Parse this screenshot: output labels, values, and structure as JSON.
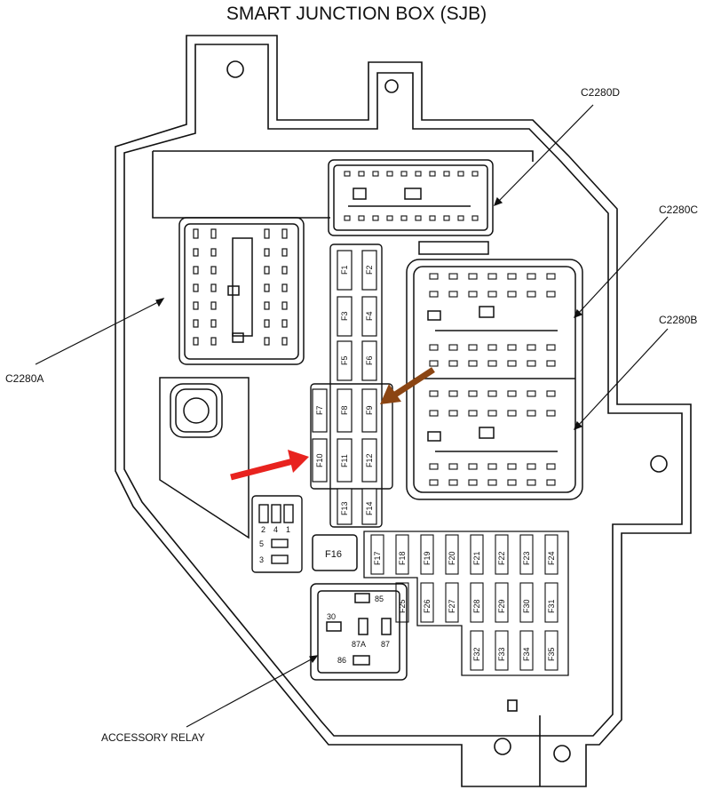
{
  "title": "SMART JUNCTION BOX (SJB)",
  "callouts": {
    "c2280a": "C2280A",
    "c2280b": "C2280B",
    "c2280c": "C2280C",
    "c2280d": "C2280D",
    "relay": "ACCESSORY RELAY"
  },
  "fuses": {
    "f1": "F1",
    "f2": "F2",
    "f3": "F3",
    "f4": "F4",
    "f5": "F5",
    "f6": "F6",
    "f7": "F7",
    "f8": "F8",
    "f9": "F9",
    "f10": "F10",
    "f11": "F11",
    "f12": "F12",
    "f13": "F13",
    "f14": "F14",
    "f16": "F16",
    "f17": "F17",
    "f18": "F18",
    "f19": "F19",
    "f20": "F20",
    "f21": "F21",
    "f22": "F22",
    "f23": "F23",
    "f24": "F24",
    "f25": "F25",
    "f26": "F26",
    "f27": "F27",
    "f28": "F28",
    "f29": "F29",
    "f30": "F30",
    "f31": "F31",
    "f32": "F32",
    "f33": "F33",
    "f34": "F34",
    "f35": "F35"
  },
  "small_relay_pins": {
    "p2": "2",
    "p4": "4",
    "p1": "1",
    "p5": "5",
    "p3": "3"
  },
  "accessory_relay_pins": {
    "p85": "85",
    "p30": "30",
    "p87a": "87A",
    "p87": "87",
    "p86": "86"
  },
  "colors": {
    "red_arrow": "#e8231f",
    "brown_arrow": "#8b4513",
    "line": "#111111"
  }
}
